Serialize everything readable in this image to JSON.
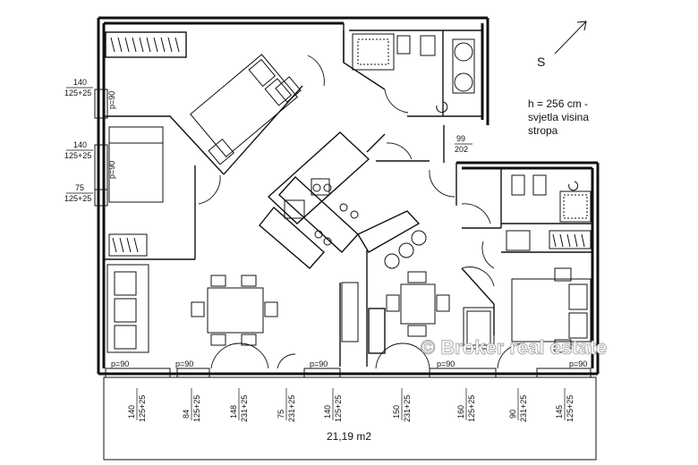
{
  "plan": {
    "compass_letter": "S",
    "ceiling_note": [
      "h = 256 cm -",
      "svjetla visina",
      "stropa"
    ],
    "door_dim": {
      "width": "99",
      "height": "202"
    },
    "left_window_dims": [
      {
        "width": "140",
        "sub": "125+25",
        "p": "p=90"
      },
      {
        "width": "140",
        "sub": "125+25",
        "p": "p=90"
      },
      {
        "width": "75",
        "sub": "125+25"
      }
    ],
    "p_labels": [
      "p=90",
      "p=90",
      "p=90",
      "p=90",
      "p=90"
    ],
    "bottom_dims": [
      {
        "width": "140",
        "sub": "125+25"
      },
      {
        "width": "84",
        "sub": "125+25"
      },
      {
        "width": "148",
        "sub": "231+25"
      },
      {
        "width": "75",
        "sub": "231+25"
      },
      {
        "width": "140",
        "sub": "125+25"
      },
      {
        "width": "150",
        "sub": "231+25"
      },
      {
        "width": "160",
        "sub": "125+25"
      },
      {
        "width": "90",
        "sub": "231+25"
      },
      {
        "width": "145",
        "sub": "125+25"
      }
    ],
    "terrace_area": "21,19 m2",
    "watermark": "© Broker real estate"
  }
}
